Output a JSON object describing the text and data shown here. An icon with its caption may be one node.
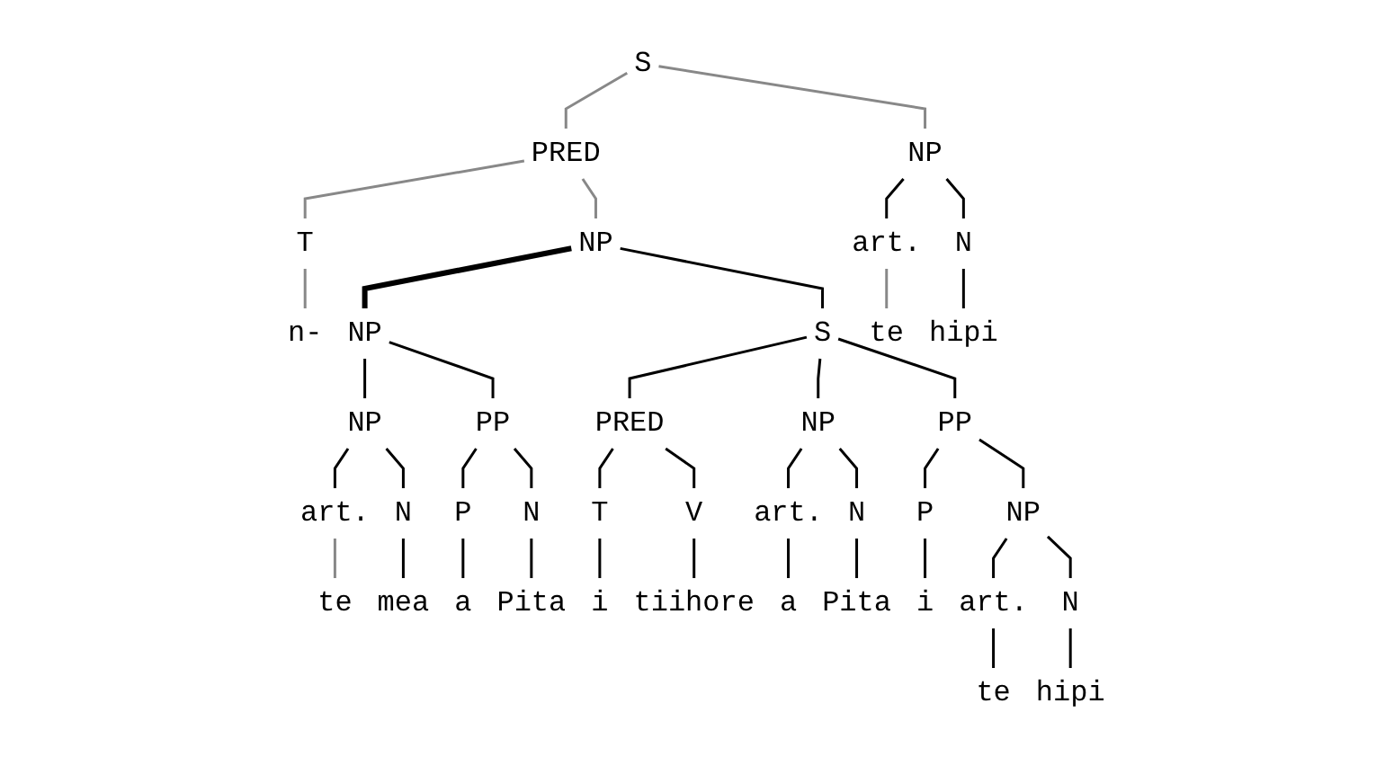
{
  "diagram": {
    "nodes": [
      {
        "text": [
          "S"
        ]
      },
      {
        "text": [
          "PRED"
        ]
      },
      {
        "text": [
          "NP"
        ]
      },
      {
        "text": [
          "T"
        ]
      },
      {
        "text": [
          "NP"
        ]
      },
      {
        "text": [
          "art."
        ]
      },
      {
        "text": [
          "N"
        ]
      },
      {
        "text": [
          "NP"
        ]
      },
      {
        "text": [
          "S"
        ]
      },
      {
        "text": [
          "NP"
        ]
      },
      {
        "text": [
          "PP"
        ]
      },
      {
        "text": [
          "PRED"
        ]
      },
      {
        "text": [
          "NP"
        ]
      },
      {
        "text": [
          "PP"
        ]
      },
      {
        "text": [
          "art."
        ]
      },
      {
        "text": [
          "N"
        ]
      },
      {
        "text": [
          "P"
        ]
      },
      {
        "text": [
          "N"
        ]
      },
      {
        "text": [
          "T"
        ]
      },
      {
        "text": [
          "V"
        ]
      },
      {
        "text": [
          "art."
        ]
      },
      {
        "text": [
          "N"
        ]
      },
      {
        "text": [
          "P"
        ]
      },
      {
        "text": [
          "NP"
        ]
      },
      {
        "text": [
          "art."
        ]
      },
      {
        "text": [
          "N"
        ]
      },
      {
        "text": [
          "n-"
        ]
      },
      {
        "text": [
          "te"
        ]
      },
      {
        "text": [
          "mea"
        ]
      },
      {
        "text": [
          "a"
        ]
      },
      {
        "text": [
          "Pita"
        ]
      },
      {
        "text": [
          "i"
        ]
      },
      {
        "text": [
          "tiihore"
        ]
      },
      {
        "text": [
          "a"
        ]
      },
      {
        "text": [
          "Pita"
        ]
      },
      {
        "text": [
          "i"
        ]
      },
      {
        "text": [
          "te"
        ]
      },
      {
        "text": [
          "hipi"
        ]
      },
      {
        "text": [
          "te"
        ]
      },
      {
        "text": [
          "hipi"
        ]
      }
    ],
    "edges": [
      {
        "from": 0,
        "to": 1,
        "arrow": "none",
        "color": "#888888"
      },
      {
        "from": 0,
        "to": 2,
        "arrow": "none",
        "color": "#888888"
      },
      {
        "from": 1,
        "to": 3,
        "arrow": "none",
        "color": "#888888"
      },
      {
        "from": 1,
        "to": 4,
        "arrow": "none",
        "color": "#888888"
      },
      {
        "from": 2,
        "to": 5,
        "arrow": "none"
      },
      {
        "from": 2,
        "to": 6,
        "arrow": "none"
      },
      {
        "from": 4,
        "to": 7,
        "arrow": "none",
        "style": "thick"
      },
      {
        "from": 4,
        "to": 8,
        "arrow": "none"
      },
      {
        "from": 7,
        "to": 9,
        "arrow": "none"
      },
      {
        "from": 7,
        "to": 10,
        "arrow": "none"
      },
      {
        "from": 8,
        "to": 11,
        "arrow": "none"
      },
      {
        "from": 8,
        "to": 12,
        "arrow": "none"
      },
      {
        "from": 8,
        "to": 13,
        "arrow": "none"
      },
      {
        "from": 9,
        "to": 14,
        "arrow": "none"
      },
      {
        "from": 9,
        "to": 15,
        "arrow": "none"
      },
      {
        "from": 10,
        "to": 16,
        "arrow": "none"
      },
      {
        "from": 10,
        "to": 17,
        "arrow": "none"
      },
      {
        "from": 11,
        "to": 18,
        "arrow": "none"
      },
      {
        "from": 11,
        "to": 19,
        "arrow": "none"
      },
      {
        "from": 12,
        "to": 20,
        "arrow": "none"
      },
      {
        "from": 12,
        "to": 21,
        "arrow": "none"
      },
      {
        "from": 13,
        "to": 22,
        "arrow": "none"
      },
      {
        "from": 13,
        "to": 23,
        "arrow": "none"
      },
      {
        "from": 23,
        "to": 24,
        "arrow": "none"
      },
      {
        "from": 23,
        "to": 25,
        "arrow": "none"
      },
      {
        "from": 3,
        "to": 26,
        "arrow": "none",
        "color": "#888888"
      },
      {
        "from": 14,
        "to": 27,
        "arrow": "none",
        "color": "#888888"
      },
      {
        "from": 15,
        "to": 28,
        "arrow": "none"
      },
      {
        "from": 16,
        "to": 29,
        "arrow": "none"
      },
      {
        "from": 17,
        "to": 30,
        "arrow": "none"
      },
      {
        "from": 18,
        "to": 31,
        "arrow": "none"
      },
      {
        "from": 19,
        "to": 32,
        "arrow": "none"
      },
      {
        "from": 20,
        "to": 33,
        "arrow": "none"
      },
      {
        "from": 21,
        "to": 34,
        "arrow": "none"
      },
      {
        "from": 22,
        "to": 35,
        "arrow": "none"
      },
      {
        "from": 24,
        "to": 36,
        "arrow": "none"
      },
      {
        "from": 25,
        "to": 37,
        "arrow": "none"
      },
      {
        "from": 5,
        "to": 38,
        "arrow": "none",
        "color": "#888888"
      },
      {
        "from": 6,
        "to": 39,
        "arrow": "none"
      }
    ]
  }
}
